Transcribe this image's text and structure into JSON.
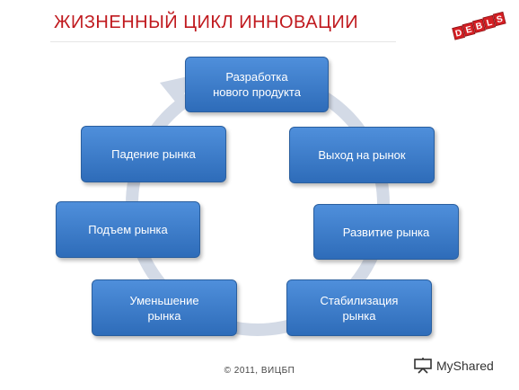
{
  "title": "ЖИЗНЕННЫЙ ЦИКЛ ИННОВАЦИИ",
  "logo": {
    "text": "DEBLS",
    "color": "#d51f24"
  },
  "nodes": [
    {
      "id": "development",
      "line1": "Разработка",
      "line2": "нового продукта"
    },
    {
      "id": "market-entry",
      "line1": "Выход на рынок",
      "line2": ""
    },
    {
      "id": "market-growth",
      "line1": "Развитие рынка",
      "line2": ""
    },
    {
      "id": "stabilization",
      "line1": "Стабилизация",
      "line2": "рынка"
    },
    {
      "id": "market-shrinking",
      "line1": "Уменьшение",
      "line2": "рынка"
    },
    {
      "id": "market-rise",
      "line1": "Подъем рынка",
      "line2": ""
    },
    {
      "id": "market-fall",
      "line1": "Падение рынка",
      "line2": ""
    }
  ],
  "footer": {
    "copyright": "© 2011, ВИЦБП"
  },
  "watermark": {
    "text": "MyShared",
    "icon": "projector-icon"
  },
  "colors": {
    "title": "#c0191e",
    "node_fill": "#3f7ecb",
    "cycle_arrow": "#d3dae6"
  }
}
